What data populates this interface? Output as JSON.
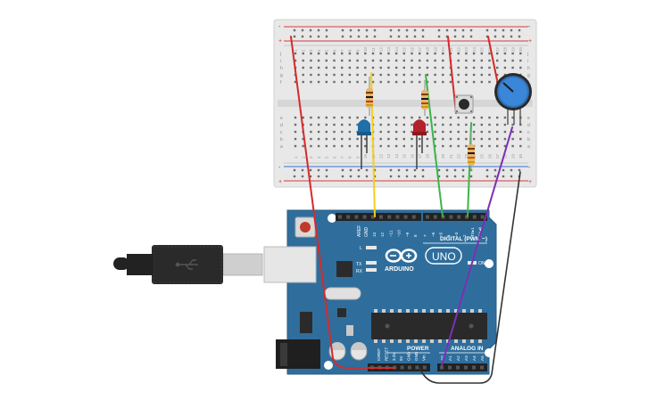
{
  "colors": {
    "board_blue": "#2f6e9c",
    "board_dark": "#1f4f74",
    "breadboard": "#e9e9e9",
    "rail_red": "#d83a3a",
    "rail_blue": "#3a6fd8",
    "wire_red": "#d62a2a",
    "wire_yellow": "#f2cf1d",
    "wire_green": "#3bb54a",
    "wire_purple": "#7b2fb5",
    "wire_black": "#333333",
    "led_blue": "#1f6fa8",
    "led_red": "#b5202a",
    "pot_blue": "#3a86d8"
  },
  "breadboard": {
    "rail_plus": "+",
    "rail_minus": "-",
    "row_letters_top": [
      "j",
      "i",
      "h",
      "g",
      "f"
    ],
    "row_letters_bottom": [
      "e",
      "d",
      "c",
      "b",
      "a"
    ],
    "col_numbers": [
      "1",
      "2",
      "3",
      "4",
      "5",
      "6",
      "7",
      "8",
      "9",
      "10",
      "11",
      "12",
      "13",
      "14",
      "15",
      "16",
      "17",
      "18",
      "19",
      "20",
      "21",
      "22",
      "23",
      "24",
      "25",
      "26",
      "27",
      "28",
      "29",
      "30"
    ]
  },
  "arduino": {
    "logo_text": "ARDUINO",
    "uno_text": "UNO",
    "digital_label": "DIGITAL (PWM ~)",
    "power_label": "POWER",
    "analog_label": "ANALOG IN",
    "on_label": "ON",
    "tx_label": "TX",
    "rx_label": "RX",
    "l_label": "L",
    "aref_label": "AREF",
    "gnd_label": "GND",
    "digital_pins": [
      "13",
      "12",
      "~11",
      "~10",
      "~9",
      "8",
      "7",
      "~6",
      "~5",
      "4",
      "~3",
      "2",
      "TX▸1",
      "RX◂0"
    ],
    "power_pins": [
      "IOREF",
      "RESET",
      "3.3V",
      "5V",
      "GND",
      "GND",
      "Vin"
    ],
    "analog_pins": [
      "A0",
      "A1",
      "A2",
      "A3",
      "A4",
      "A5"
    ]
  },
  "components": {
    "led_blue": "blue-led",
    "led_red": "red-led",
    "button": "push-button",
    "pot": "potentiometer",
    "usb": "usb-cable"
  }
}
